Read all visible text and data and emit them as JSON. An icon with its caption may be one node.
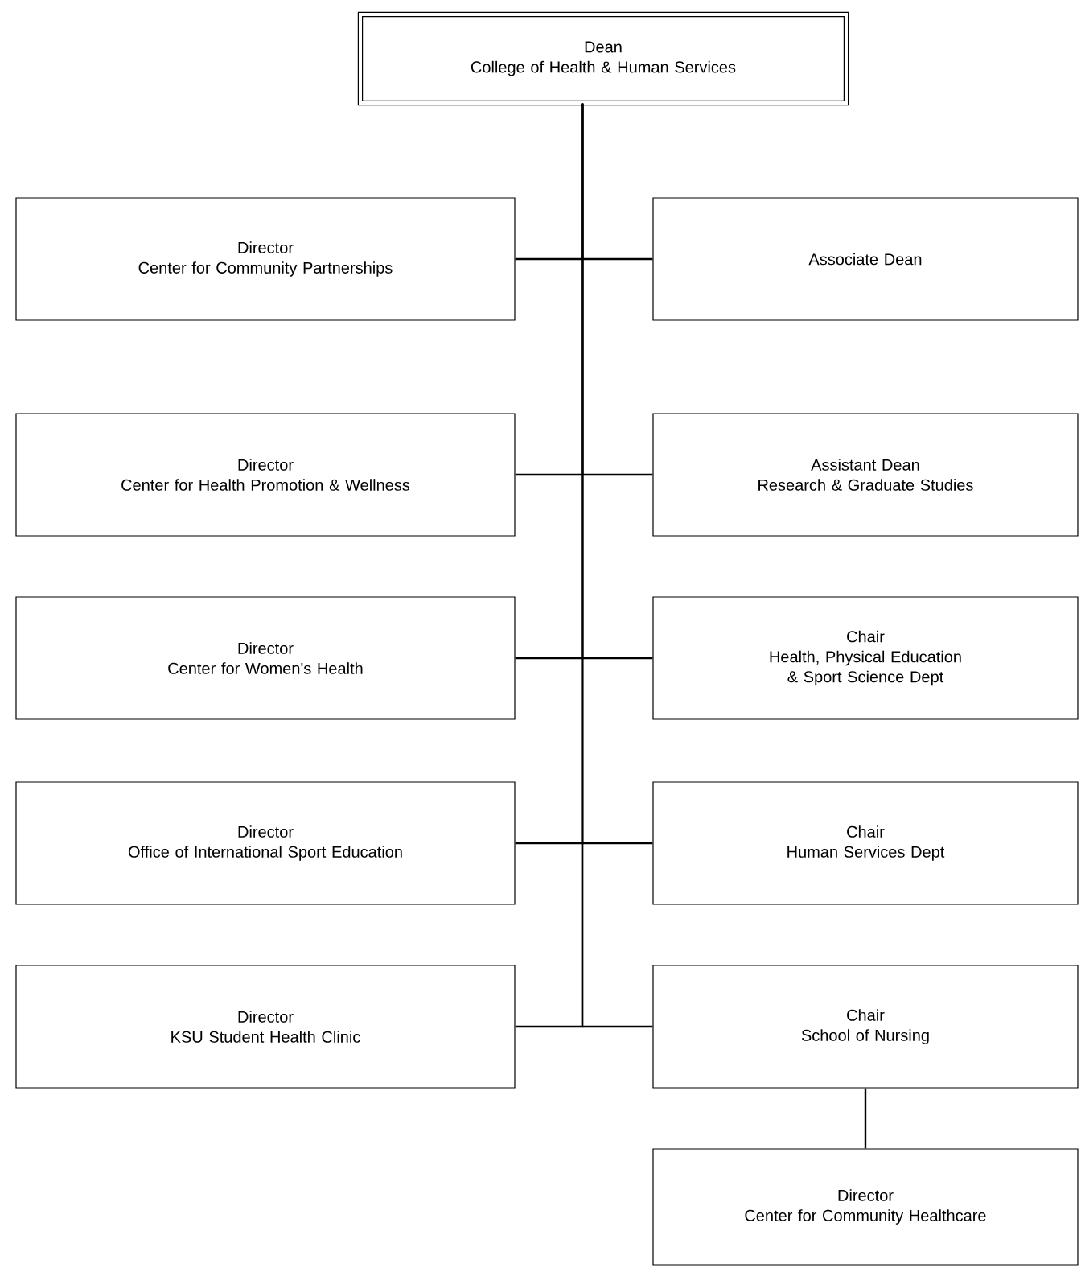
{
  "diagram": {
    "nodes": [
      {
        "text": [
          "Dean",
          "College of Health & Human Services"
        ]
      },
      {
        "text": [
          "Director",
          "Center for Community Partnerships"
        ]
      },
      {
        "text": [
          "Associate Dean"
        ]
      },
      {
        "text": [
          "Director",
          "Center for Health Promotion & Wellness"
        ]
      },
      {
        "text": [
          "Assistant Dean",
          "Research & Graduate Studies"
        ]
      },
      {
        "text": [
          "Director",
          "Center for Women's Health"
        ]
      },
      {
        "text": [
          "Chair",
          "Health, Physical Education & Sport Science Dept"
        ]
      },
      {
        "text": [
          "Director",
          "Office of International Sport Education"
        ]
      },
      {
        "text": [
          "Chair",
          "Human Services Dept"
        ]
      },
      {
        "text": [
          "Director",
          "KSU Student Health Clinic"
        ]
      },
      {
        "text": [
          "Chair",
          "School of Nursing"
        ]
      },
      {
        "text": [
          "Director",
          "Center for Community Healthcare"
        ]
      }
    ],
    "edges": [
      {
        "from": 0,
        "to": 1,
        "arrow": "none"
      },
      {
        "from": 0,
        "to": 2,
        "arrow": "none"
      },
      {
        "from": 0,
        "to": 3,
        "arrow": "none"
      },
      {
        "from": 0,
        "to": 4,
        "arrow": "none"
      },
      {
        "from": 0,
        "to": 5,
        "arrow": "none"
      },
      {
        "from": 0,
        "to": 6,
        "arrow": "none"
      },
      {
        "from": 0,
        "to": 7,
        "arrow": "none"
      },
      {
        "from": 0,
        "to": 8,
        "arrow": "none"
      },
      {
        "from": 0,
        "to": 9,
        "arrow": "none"
      },
      {
        "from": 0,
        "to": 10,
        "arrow": "none"
      },
      {
        "from": 10,
        "to": 11,
        "arrow": "none"
      }
    ]
  }
}
